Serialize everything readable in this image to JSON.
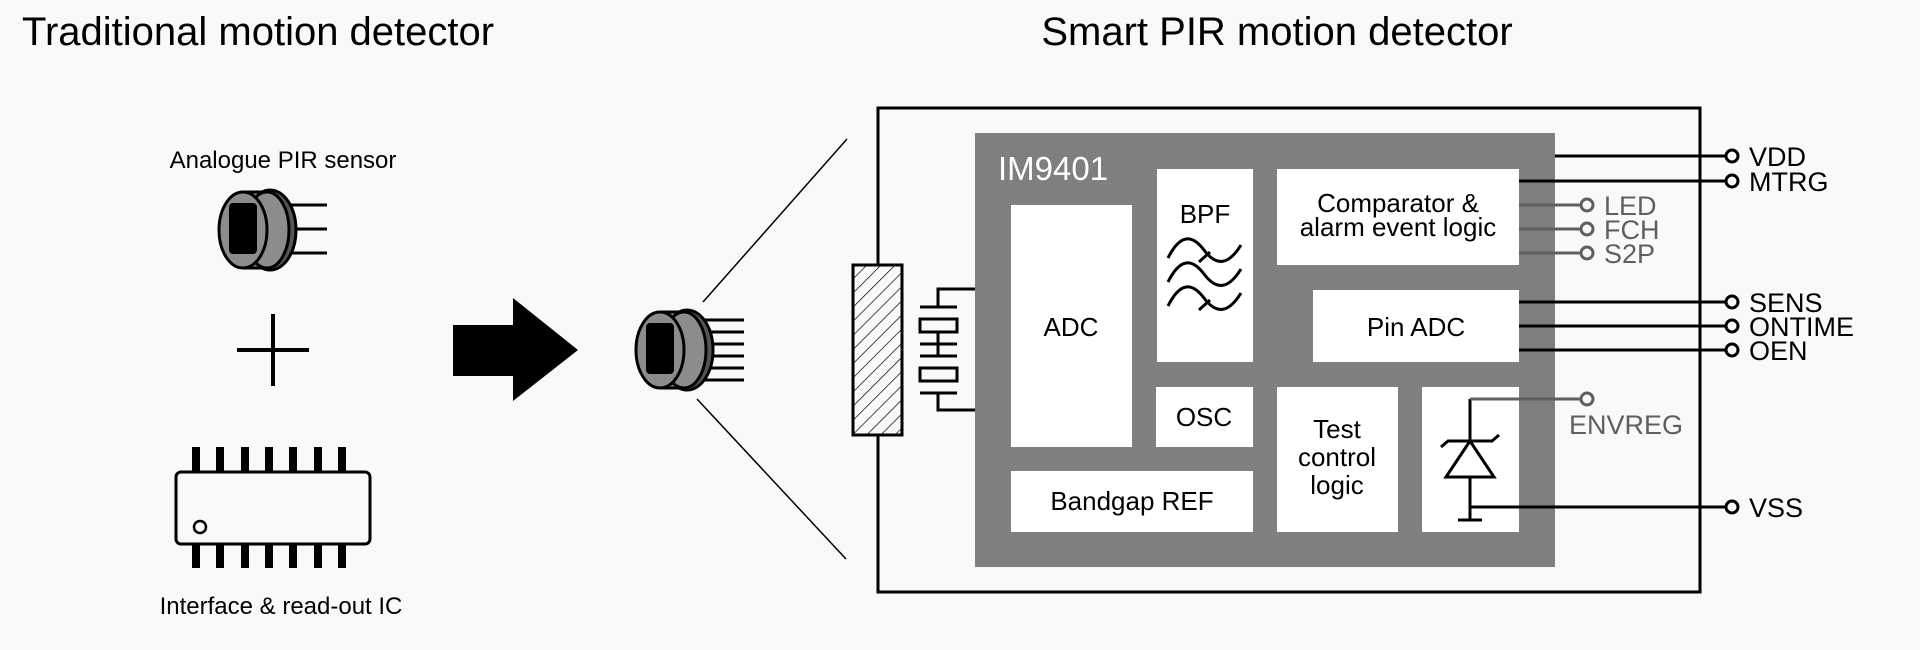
{
  "left_section": {
    "title": "Traditional motion detector",
    "sensor_label": "Analogue PIR sensor",
    "plus_symbol": "plus",
    "ic_label": "Interface & read-out IC"
  },
  "right_section": {
    "title": "Smart PIR motion detector",
    "chip": {
      "name": "IM9401",
      "blocks": {
        "adc": "ADC",
        "bpf": "BPF",
        "comparator_line1": "Comparator &",
        "comparator_line2": "alarm event logic",
        "pin_adc": "Pin ADC",
        "osc": "OSC",
        "test_line1": "Test",
        "test_line2": "control",
        "test_line3": "logic",
        "bandgap": "Bandgap REF"
      }
    },
    "external_pins": [
      {
        "name": "VDD"
      },
      {
        "name": "MTRG"
      },
      {
        "name": "SENS"
      },
      {
        "name": "ONTIME"
      },
      {
        "name": "OEN"
      },
      {
        "name": "VSS"
      }
    ],
    "internal_pins": [
      {
        "name": "LED"
      },
      {
        "name": "FCH"
      },
      {
        "name": "S2P"
      },
      {
        "name": "ENVREG"
      }
    ]
  },
  "colors": {
    "background": "#f9f9f9",
    "chip_fill": "#7f7f7f",
    "block_fill": "#ffffff",
    "secondary_pin": "#5f5f5f",
    "sensor_body": "#8c8c8c"
  }
}
